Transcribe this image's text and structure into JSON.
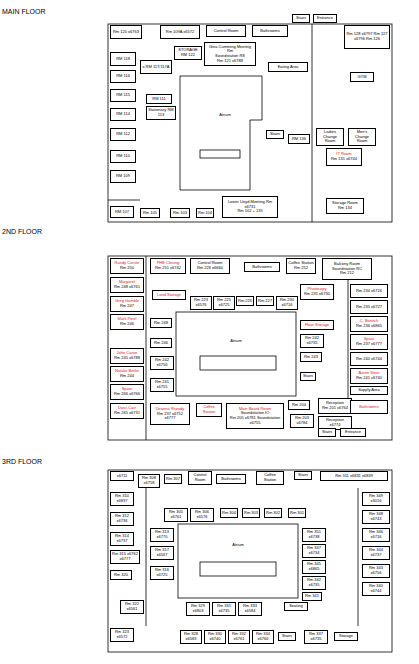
{
  "diagram": {
    "nodes": [
      {
        "text": [
          "MAIN FLOOR"
        ]
      },
      {
        "text": [
          "Rm 120 x6763"
        ],
        "in": 0
      },
      {
        "text": [
          "Rm 109A x6572"
        ],
        "in": 0
      },
      {
        "text": [
          "Control Room"
        ],
        "in": 0
      },
      {
        "text": [
          "Bathrooms"
        ],
        "in": 0
      },
      {
        "text": [
          "Stairs"
        ],
        "in": 0
      },
      {
        "text": [
          "Entrance"
        ],
        "in": 0
      },
      {
        "text": [
          "Rm 128 x6797 Rm 127 x6796 Rm 126"
        ],
        "in": 0
      },
      {
        "text": [
          "STORAGE RM 122"
        ],
        "in": 0
      },
      {
        "text": [
          "Gina Cumming Meeting Rm",
          "Soundstation RS",
          "Rm 121 x6788"
        ],
        "in": 0
      },
      {
        "text": [
          "Eating Area"
        ],
        "in": 0
      },
      {
        "text": [
          "GYM"
        ],
        "in": 0
      },
      {
        "text": [
          "RM 118"
        ],
        "in": 0
      },
      {
        "text": [
          "x RM 117/117A"
        ],
        "in": 0
      },
      {
        "text": [
          "RM 116"
        ],
        "in": 0
      },
      {
        "text": [
          "RM 115"
        ],
        "in": 0
      },
      {
        "text": [
          "RM 111"
        ],
        "in": 0
      },
      {
        "text": [
          "Stationary RM 113"
        ],
        "in": 0
      },
      {
        "text": [
          "RM 114"
        ],
        "in": 0
      },
      {
        "text": [
          "RM 112"
        ],
        "in": 0
      },
      {
        "text": [
          "RM 110"
        ],
        "in": 0
      },
      {
        "text": [
          "RM 109"
        ],
        "in": 0
      },
      {
        "text": [
          "Atrium"
        ],
        "in": 0
      },
      {
        "text": [
          "Stairs"
        ],
        "in": 0
      },
      {
        "text": [
          "RM 136"
        ],
        "in": 0
      },
      {
        "text": [
          "Ladies Change Room"
        ],
        "in": 0
      },
      {
        "text": [
          "Men's Change Room"
        ],
        "in": 0
      },
      {
        "text": [
          "IT Room",
          "Rm 131 x6744"
        ],
        "in": 0
      },
      {
        "text": [
          "RM 107"
        ],
        "in": 0
      },
      {
        "text": [
          "Rm 105"
        ],
        "in": 0
      },
      {
        "text": [
          "Rm 103"
        ],
        "in": 0
      },
      {
        "text": [
          "Rm 104"
        ],
        "in": 0
      },
      {
        "text": [
          "Lower Lloyd Meeting Rm",
          "x6731",
          "Rm 102 + 135"
        ],
        "in": 0
      },
      {
        "text": [
          "Storage Room",
          "Rm 134"
        ],
        "in": 0
      },
      {
        "text": [
          "2ND FLOOR"
        ]
      },
      {
        "text": [
          "Randy Carrier",
          "Rm 250"
        ],
        "in": 34
      },
      {
        "text": [
          "PHE Closing",
          "Rm 251 x6742"
        ],
        "in": 34
      },
      {
        "text": [
          "Control Room",
          "Rm 226 x6660"
        ],
        "in": 34
      },
      {
        "text": [
          "Bathrooms"
        ],
        "in": 34
      },
      {
        "text": [
          "Coffee Station",
          "Rm 252"
        ],
        "in": 34
      },
      {
        "text": [
          "Balcony Room",
          "Soundstation RC",
          "Rm 212"
        ],
        "in": 34
      },
      {
        "text": [
          "Margaret",
          "Rm 248 x6761"
        ],
        "in": 34
      },
      {
        "text": [
          "Greg Gamble",
          "Rm 247"
        ],
        "in": 34
      },
      {
        "text": [
          "Mark Pinel",
          "Rm 246"
        ],
        "in": 34
      },
      {
        "text": [
          "John Carter",
          "Rm 245 x6788"
        ],
        "in": 34
      },
      {
        "text": [
          "Natalie Berke",
          "Rm 244"
        ],
        "in": 34
      },
      {
        "text": [
          "Spare",
          "Rm 266 x6766"
        ],
        "in": 34
      },
      {
        "text": [
          "Darci Carr",
          "Rm 265 x6731"
        ],
        "in": 34
      },
      {
        "text": [
          "Deanna Sheedy",
          "Rm 237 x6752 x6777"
        ],
        "in": 34
      },
      {
        "text": [
          "Coffee Station"
        ],
        "in": 34
      },
      {
        "text": [
          "Main Board Room",
          "Soundstation IO",
          "Rm 205 x6781 Soundstation x6755"
        ],
        "in": 34
      },
      {
        "text": [
          "Rm 204"
        ],
        "in": 34
      },
      {
        "text": [
          "Rm 203 x6784"
        ],
        "in": 34
      },
      {
        "text": [
          "Reception",
          "Rm 201 x6764"
        ],
        "in": 34
      },
      {
        "text": [
          "Reception x6774"
        ],
        "in": 34
      },
      {
        "text": [
          "Stairs"
        ],
        "in": 34
      },
      {
        "text": [
          "Entrance"
        ],
        "in": 34
      },
      {
        "text": [
          "Land Storage"
        ],
        "in": 34
      },
      {
        "text": [
          "Rm 223 x6576"
        ],
        "in": 34
      },
      {
        "text": [
          "Rm 225 x6725"
        ],
        "in": 34
      },
      {
        "text": [
          "Rm 226"
        ],
        "in": 34
      },
      {
        "text": [
          "Rm 227"
        ],
        "in": 34
      },
      {
        "text": [
          "Rm 230 x6716"
        ],
        "in": 34
      },
      {
        "text": [
          "Photocopy",
          "Rm 231 x6730"
        ],
        "in": 34
      },
      {
        "text": [
          "Rm 248"
        ],
        "in": 34
      },
      {
        "text": [
          "Rm 246"
        ],
        "in": 34
      },
      {
        "text": [
          "Rm 242 x6756"
        ],
        "in": 34
      },
      {
        "text": [
          "Rm 241 x6755"
        ],
        "in": 34
      },
      {
        "text": [
          "Atrium"
        ],
        "in": 34
      },
      {
        "text": [
          "Floor Storage"
        ],
        "in": 34
      },
      {
        "text": [
          "Rm 242 x6735"
        ],
        "in": 34
      },
      {
        "text": [
          "Rm 243"
        ],
        "in": 34
      },
      {
        "text": [
          "Stairs"
        ],
        "in": 34
      },
      {
        "text": [
          "Rm 234 x6726"
        ],
        "in": 34
      },
      {
        "text": [
          "Rm 235 x6727"
        ],
        "in": 34
      },
      {
        "text": [
          "C. Bonitch",
          "Rm 236 x6865"
        ],
        "in": 34
      },
      {
        "text": [
          "Spare",
          "Rm 237 x6777"
        ],
        "in": 34
      },
      {
        "text": [
          "Rm 240 x6744"
        ],
        "in": 34
      },
      {
        "text": [
          "Aaron Stein",
          "Rm 241 x6740"
        ],
        "in": 34
      },
      {
        "text": [
          "Supply Area"
        ],
        "in": 34
      },
      {
        "text": [
          "Bathrooms"
        ],
        "in": 34
      },
      {
        "text": [
          "3RD FLOOR"
        ]
      },
      {
        "text": [
          "x6711"
        ],
        "in": 81
      },
      {
        "text": [
          "Rm 308 x6758"
        ],
        "in": 81
      },
      {
        "text": [
          "Rm 307"
        ],
        "in": 81
      },
      {
        "text": [
          "Control Room"
        ],
        "in": 81
      },
      {
        "text": [
          "Bathrooms"
        ],
        "in": 81
      },
      {
        "text": [
          "Coffee Station"
        ],
        "in": 81
      },
      {
        "text": [
          "Stairs"
        ],
        "in": 81
      },
      {
        "text": [
          "Rm 311 x6831 x6839"
        ],
        "in": 81
      },
      {
        "text": [
          "Rm 310 x6837"
        ],
        "in": 81
      },
      {
        "text": [
          "Rm 312 x6736"
        ],
        "in": 81
      },
      {
        "text": [
          "Rm 314 x6737"
        ],
        "in": 81
      },
      {
        "text": [
          "Rm 315 x6762 x6777"
        ],
        "in": 81
      },
      {
        "text": [
          "Rm 320"
        ],
        "in": 81
      },
      {
        "text": [
          "Rm 322 x6561"
        ],
        "in": 81
      },
      {
        "text": [
          "Rm 323 x6572"
        ],
        "in": 81
      },
      {
        "text": [
          "Rm 305 x6761"
        ],
        "in": 81
      },
      {
        "text": [
          "Rm 306 x6576"
        ],
        "in": 81
      },
      {
        "text": [
          "Rm 304"
        ],
        "in": 81
      },
      {
        "text": [
          "Rm 303"
        ],
        "in": 81
      },
      {
        "text": [
          "Rm 302"
        ],
        "in": 81
      },
      {
        "text": [
          "Rm 301"
        ],
        "in": 81
      },
      {
        "text": [
          "Rm 313 x6770"
        ],
        "in": 81
      },
      {
        "text": [
          "Rm 317 x6567"
        ],
        "in": 81
      },
      {
        "text": [
          "Rm 316 x6725"
        ],
        "in": 81
      },
      {
        "text": [
          "Atrium"
        ],
        "in": 81
      },
      {
        "text": [
          "Rm 329 x6803"
        ],
        "in": 81
      },
      {
        "text": [
          "Rm 331 x6735"
        ],
        "in": 81
      },
      {
        "text": [
          "Rm 333 x6584"
        ],
        "in": 81
      },
      {
        "text": [
          "Seating"
        ],
        "in": 81
      },
      {
        "text": [
          "Rm 351 x6738"
        ],
        "in": 81
      },
      {
        "text": [
          "Rm 347 x6734"
        ],
        "in": 81
      },
      {
        "text": [
          "Rm 345 x6865"
        ],
        "in": 81
      },
      {
        "text": [
          "Rm 342 x6735"
        ],
        "in": 81
      },
      {
        "text": [
          "Rm 341"
        ],
        "in": 81
      },
      {
        "text": [
          "Rm 349 x3016"
        ],
        "in": 81
      },
      {
        "text": [
          "Rm 348 x6743"
        ],
        "in": 81
      },
      {
        "text": [
          "Rm 346 x6716"
        ],
        "in": 81
      },
      {
        "text": [
          "Rm 344 x6737"
        ],
        "in": 81
      },
      {
        "text": [
          "Rm 343 x6756"
        ],
        "in": 81
      },
      {
        "text": [
          "Rm 340 x6744"
        ],
        "in": 81
      },
      {
        "text": [
          "Rm 328 x6583"
        ],
        "in": 81
      },
      {
        "text": [
          "Rm 330 x6740"
        ],
        "in": 81
      },
      {
        "text": [
          "Rm 332 x6761"
        ],
        "in": 81
      },
      {
        "text": [
          "Rm 334 x6766"
        ],
        "in": 81
      },
      {
        "text": [
          "Stairs"
        ],
        "in": 81
      },
      {
        "text": [
          "Rm 337 x6735"
        ],
        "in": 81
      },
      {
        "text": [
          "Storage"
        ],
        "in": 81
      }
    ]
  }
}
